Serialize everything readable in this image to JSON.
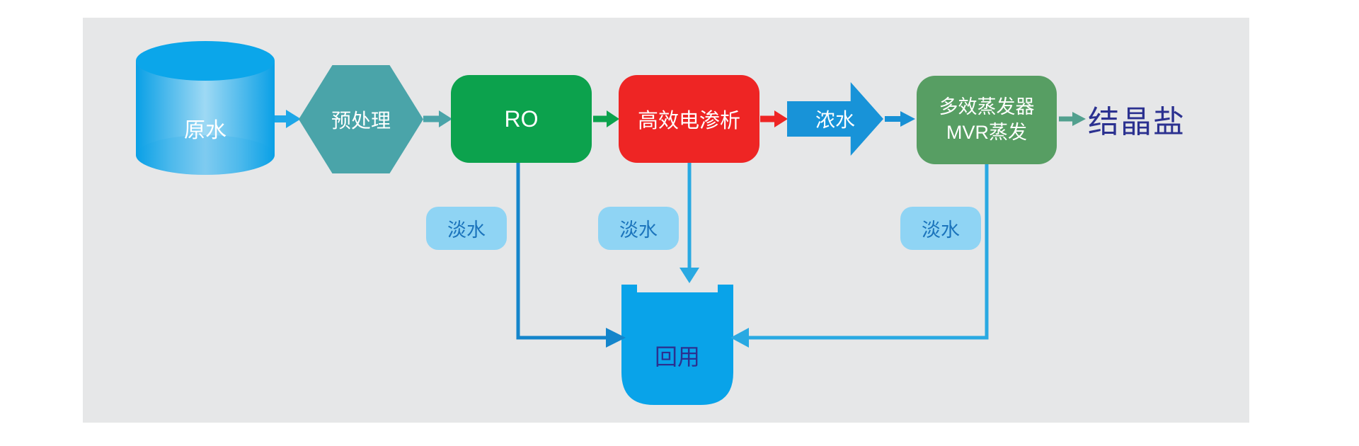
{
  "palette": {
    "panel_background": "#e6e7e8",
    "page_background": "#ffffff",
    "cylinder_blue": "#0aa3e9",
    "hexagon_teal": "#4aa4a9",
    "ro_green": "#0ca24d",
    "electrodialysis_red": "#ee2524",
    "concentrate_blue": "#1893d8",
    "evaporator_green": "#579e63",
    "fresh_water_pill": "#8fd4f4",
    "fresh_water_text": "#1b74bc",
    "navy_text": "#2b3190",
    "connector_dark_blue": "#1485cb",
    "connector_light_blue": "#29a9e2"
  },
  "nodes": {
    "raw_water": {
      "label": "原水",
      "shape": "cylinder",
      "color": "#0aa3e9"
    },
    "pretreatment": {
      "label": "预处理",
      "shape": "hexagon",
      "color": "#4aa4a9"
    },
    "ro": {
      "label": "RO",
      "shape": "rounded-rect",
      "color": "#0ca24d"
    },
    "electrodialysis": {
      "label": "高效电渗析",
      "shape": "rounded-rect",
      "color": "#ee2524"
    },
    "concentrate": {
      "label": "浓水",
      "shape": "block-arrow",
      "color": "#1893d8"
    },
    "evaporator": {
      "line1": "多效蒸发器",
      "line2": "MVR蒸发",
      "shape": "rounded-rect",
      "color": "#579e63"
    },
    "crystal_salt": {
      "label": "结晶盐",
      "shape": "text",
      "color": "#2b3190"
    },
    "reuse": {
      "label": "回用",
      "shape": "tank",
      "color": "#09a3e9"
    }
  },
  "fresh_water": [
    {
      "label": "淡水"
    },
    {
      "label": "淡水"
    },
    {
      "label": "淡水"
    }
  ],
  "edges": [
    {
      "from": "raw_water",
      "to": "pretreatment",
      "color": "#1ea7e8"
    },
    {
      "from": "pretreatment",
      "to": "ro",
      "color": "#4aa4a9"
    },
    {
      "from": "ro",
      "to": "electrodialysis",
      "color": "#0ca24d"
    },
    {
      "from": "electrodialysis",
      "to": "concentrate",
      "color": "#ee2524"
    },
    {
      "from": "concentrate",
      "to": "evaporator",
      "color": "#1790d5"
    },
    {
      "from": "evaporator",
      "to": "crystal_salt",
      "color": "#52a08e"
    },
    {
      "from": "ro",
      "to": "reuse",
      "label": "淡水",
      "color": "#1485cb"
    },
    {
      "from": "electrodialysis",
      "to": "reuse",
      "label": "淡水",
      "color": "#29a9e2"
    },
    {
      "from": "evaporator",
      "to": "reuse",
      "label": "淡水",
      "color": "#29a9e2"
    }
  ]
}
